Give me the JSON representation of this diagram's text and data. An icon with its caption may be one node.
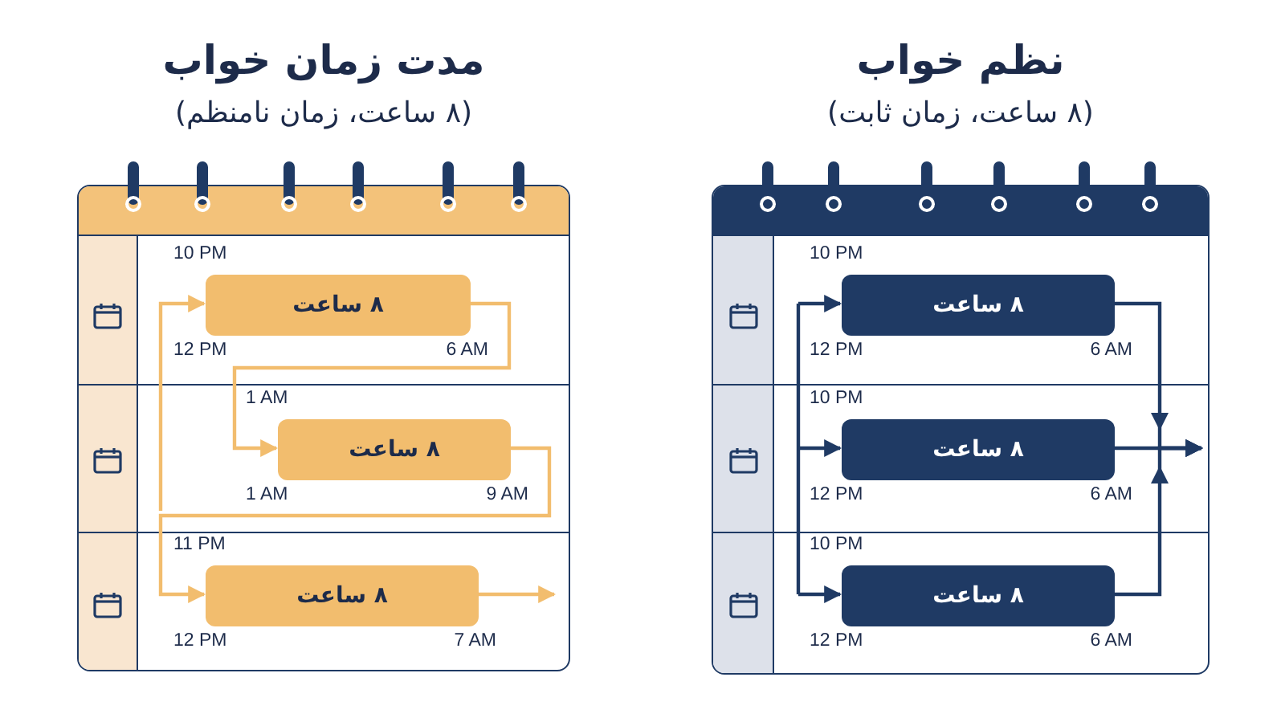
{
  "diagram": {
    "nodes": [
      {
        "text": [
          "مدت زمان خواب",
          "(۸ ساعت، زمان نامنظم)"
        ]
      },
      {
        "text": [
          "۸ ساعت"
        ],
        "in": 0,
        "beside": [
          "10 PM",
          "12 PM",
          "6 AM"
        ]
      },
      {
        "text": [
          "۸ ساعت"
        ],
        "in": 0,
        "beside": [
          "1 AM",
          "1 AM",
          "9 AM"
        ]
      },
      {
        "text": [
          "۸ ساعت"
        ],
        "in": 0,
        "beside": [
          "11 PM",
          "12 PM",
          "7 AM"
        ]
      },
      {
        "text": [
          "نظم خواب",
          "(۸ ساعت، زمان ثابت)"
        ]
      },
      {
        "text": [
          "۸ ساعت"
        ],
        "in": 4,
        "beside": [
          "10 PM",
          "12 PM",
          "6 AM"
        ]
      },
      {
        "text": [
          "۸ ساعت"
        ],
        "in": 4,
        "beside": [
          "10 PM",
          "12 PM",
          "6 AM"
        ]
      },
      {
        "text": [
          "۸ ساعت"
        ],
        "in": 4,
        "beside": [
          "10 PM",
          "12 PM",
          "6 AM"
        ]
      }
    ],
    "edges": [
      {
        "from": 1,
        "to": 2,
        "arrow": "to",
        "color": "#f2bd6e"
      },
      {
        "from": 2,
        "to": 3,
        "arrow": "to",
        "color": "#f2bd6e"
      },
      {
        "from": null,
        "to": 1,
        "arrow": "to",
        "color": "#f2bd6e"
      },
      {
        "from": 3,
        "to": null,
        "arrow": "to",
        "color": "#f2bd6e"
      },
      {
        "from": null,
        "to": 5,
        "arrow": "to"
      },
      {
        "from": null,
        "to": 6,
        "arrow": "to"
      },
      {
        "from": null,
        "to": 7,
        "arrow": "to"
      },
      {
        "from": 5,
        "to": null,
        "arrow": "to"
      },
      {
        "from": 6,
        "to": null,
        "arrow": "to"
      },
      {
        "from": 7,
        "to": null,
        "arrow": "to"
      }
    ]
  }
}
